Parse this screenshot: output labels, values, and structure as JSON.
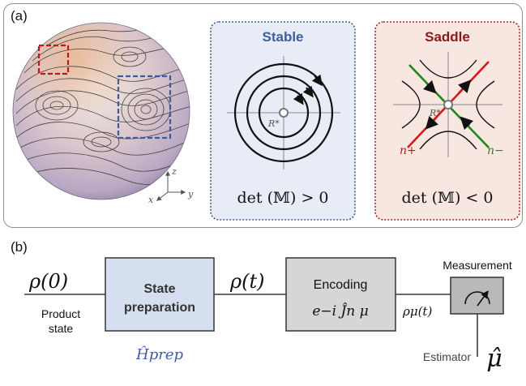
{
  "panel_a": {
    "tag": "(a)",
    "sphere_axes": {
      "z": "z",
      "x": "x",
      "y": "y"
    },
    "stable": {
      "title": "Stable",
      "point_label": "R*",
      "condition": "det (𝕄) > 0",
      "colors": {
        "bg": "#e7ecf6",
        "border": "#3f5e9e",
        "title": "#3f5e9e"
      }
    },
    "saddle": {
      "title": "Saddle",
      "point_label": "R*",
      "n_plus": "n+",
      "n_minus": "n−",
      "condition": "det (𝕄) < 0",
      "colors": {
        "bg": "#f8e6e0",
        "border": "#a3282a",
        "title": "#8b1a1a",
        "n_plus_line": "#d01c1c",
        "n_minus_line": "#1a8a1a"
      }
    }
  },
  "panel_b": {
    "tag": "(b)",
    "rho0": "ρ(0)",
    "product_state": [
      "Product",
      "state"
    ],
    "state_prep": [
      "State",
      "preparation"
    ],
    "hprep": "Ĥprep",
    "rho_t": "ρ(t)",
    "encoding": "Encoding",
    "encoding_formula": "e−i Ĵn μ",
    "rho_mu": "ρμ(t)",
    "measurement": "Measurement",
    "estimator": "Estimator",
    "mu_hat": "μ̂",
    "colors": {
      "prep_box": "#d5dff0",
      "enc_box": "#d6d6d6",
      "meas_box": "#b9b9b9",
      "hprep_text": "#3f5e9e"
    }
  }
}
